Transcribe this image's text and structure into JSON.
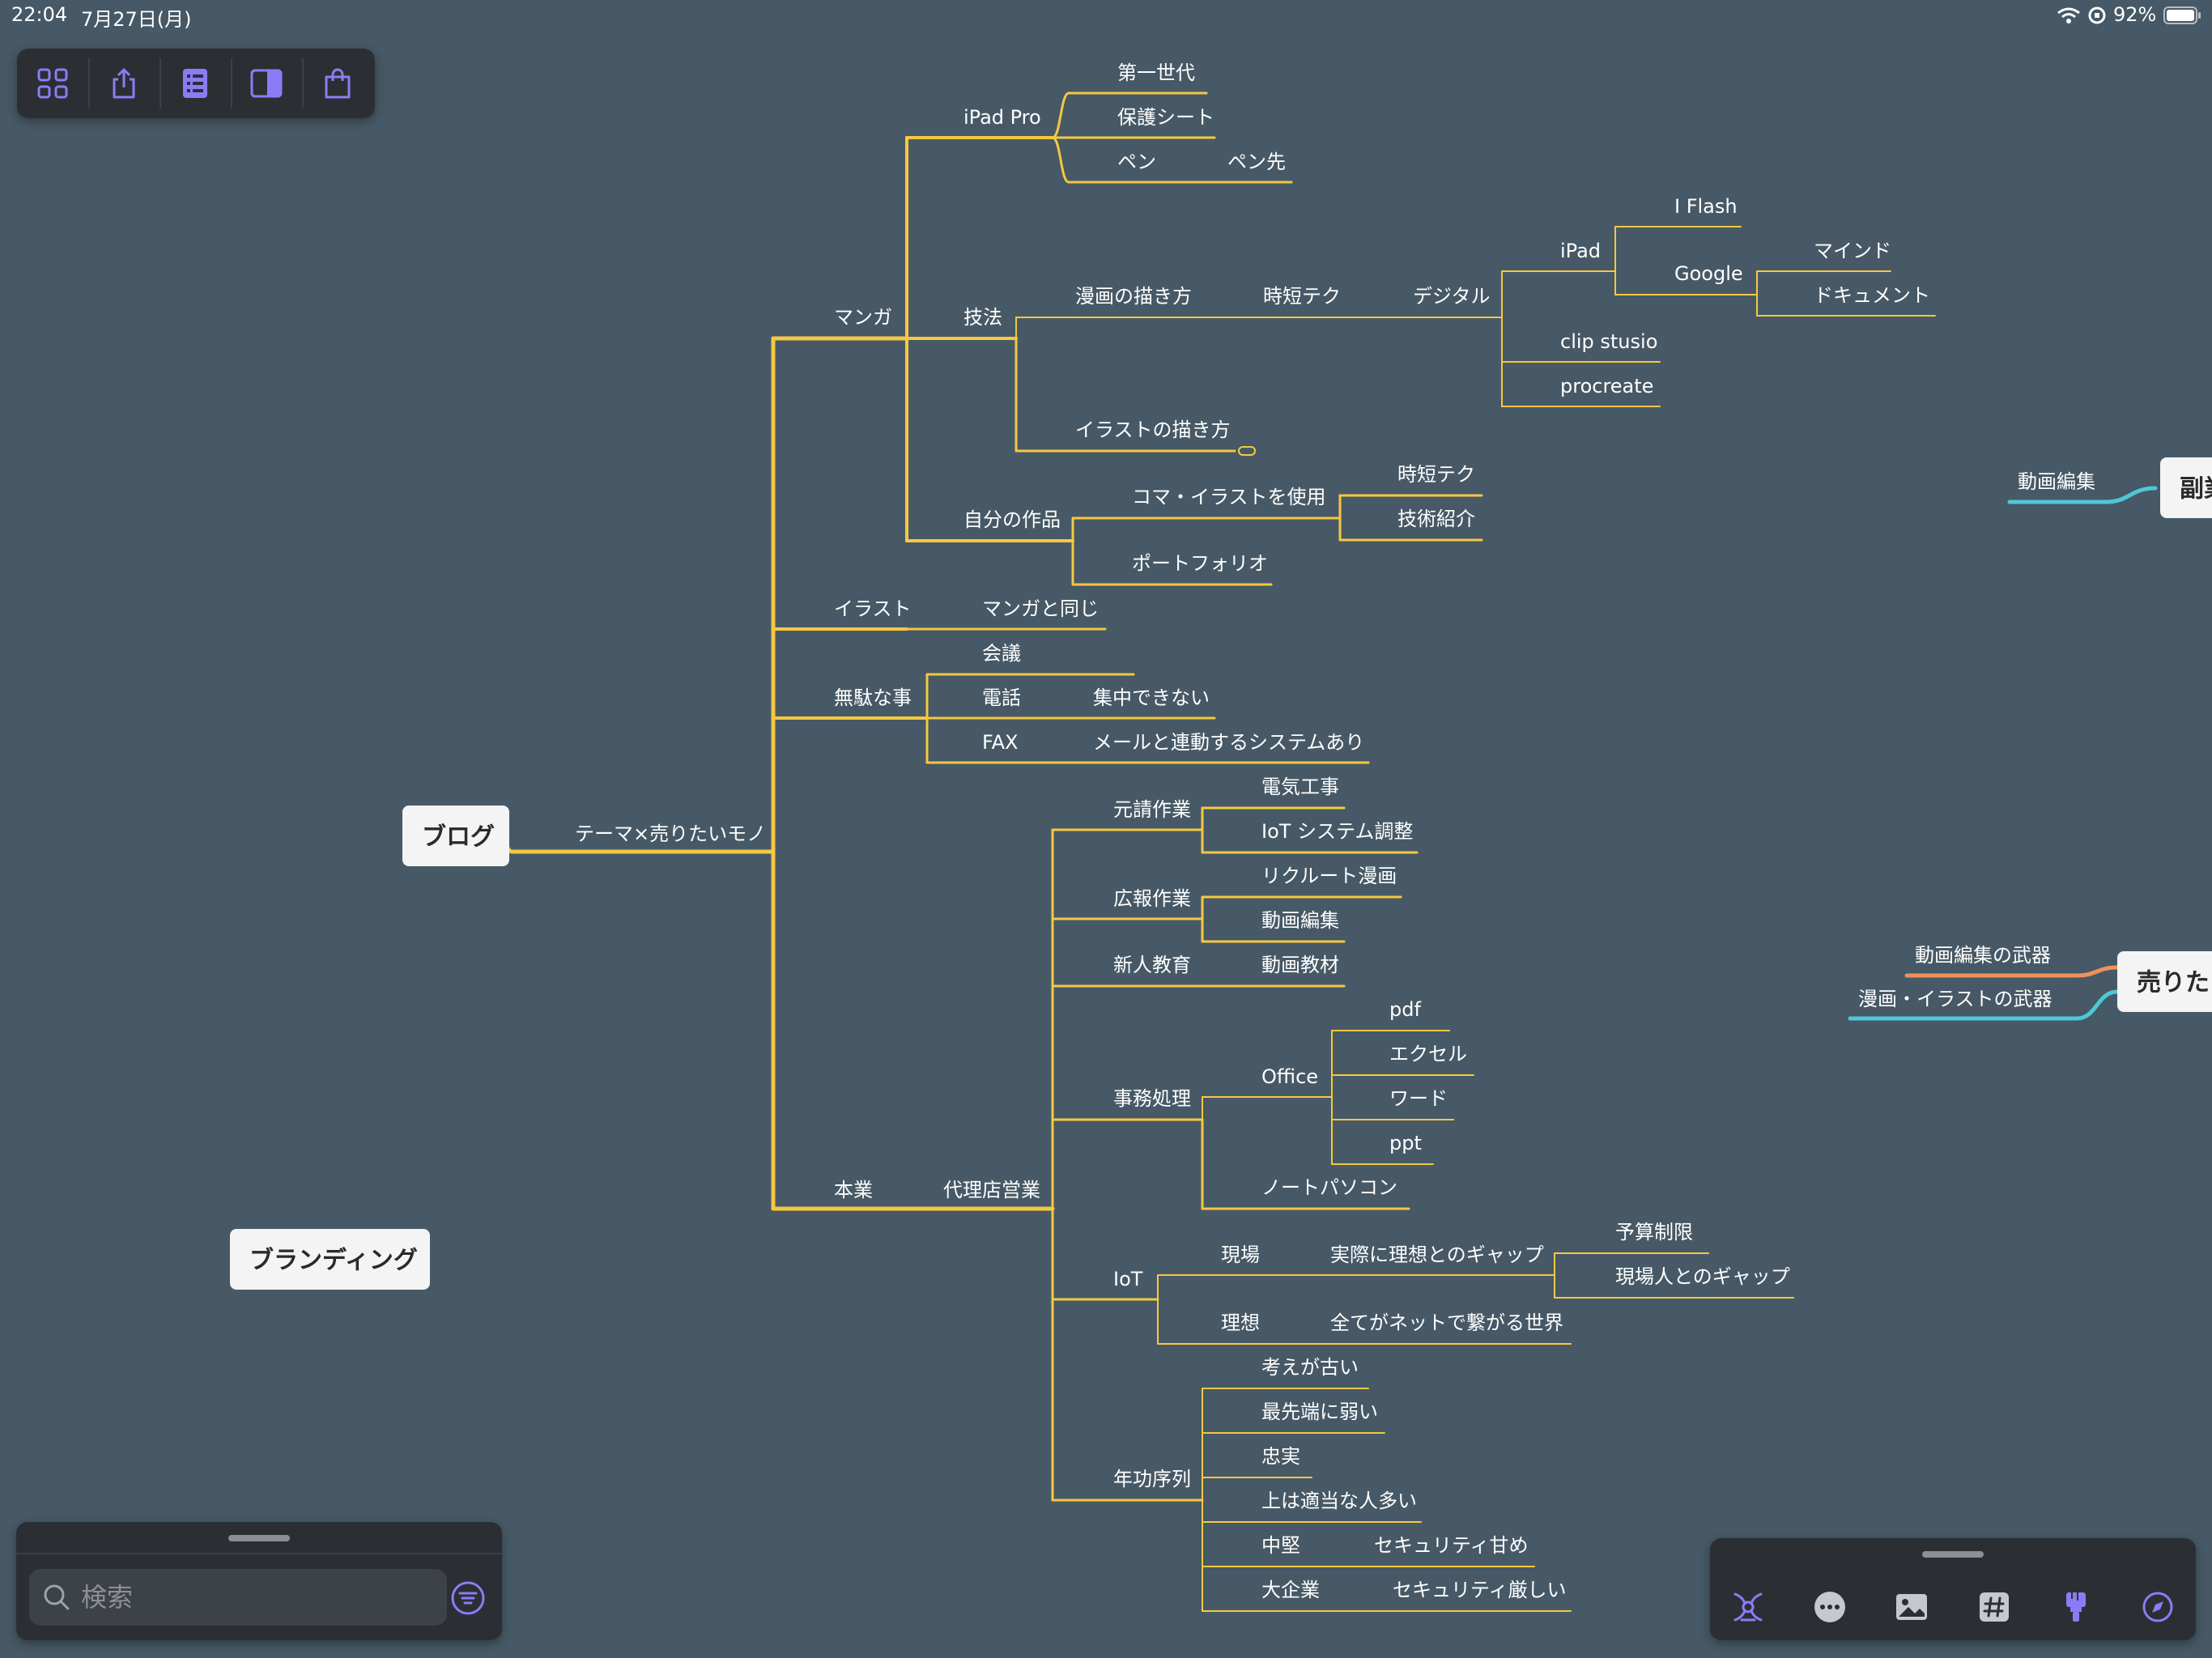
{
  "status": {
    "time": "22:04",
    "date": "7月27日(月)",
    "battery": "92%"
  },
  "icons": {
    "toolbar": [
      "grid-icon",
      "share-icon",
      "outline-list-icon",
      "sidebar-toggle-icon",
      "store-bag-icon"
    ],
    "bottom": [
      "focus-node-icon",
      "more-options-icon",
      "image-icon",
      "tag-icon",
      "style-brush-icon",
      "navigate-icon"
    ]
  },
  "colors": {
    "background": "#475966",
    "branch": "#f5c842",
    "cyan": "#4fc8d6",
    "orange": "#f0915a",
    "accent": "#8b7cf6"
  },
  "search": {
    "placeholder": "検索"
  },
  "mindmap": {
    "roots": {
      "blog": "ブログ",
      "branding": "ブランディング",
      "side": "副業",
      "sell": "売りたいモノ"
    },
    "n": {
      "theme": "テーマ×売りたいモノ",
      "manga": "マンガ",
      "ipadpro": "iPad Pro",
      "gen1": "第一世代",
      "film": "保護シート",
      "pen": "ペン",
      "pentip": "ペン先",
      "gihou": "技法",
      "howmanga": "漫画の描き方",
      "jitan1": "時短テク",
      "digital": "デジタル",
      "ipad": "iPad",
      "iflash": "I Flash",
      "google": "Google",
      "mind": "マインド",
      "doc": "ドキュメント",
      "clip": "clip stusio",
      "procreate": "procreate",
      "howillust": "イラストの描き方",
      "mywork": "自分の作品",
      "koma": "コマ・イラストを使用",
      "jitan2": "時短テク",
      "tech": "技術紹介",
      "portfolio": "ポートフォリオ",
      "illust": "イラスト",
      "samemanga": "マンガと同じ",
      "muda": "無駄な事",
      "kaigi": "会議",
      "denwa": "電話",
      "shuchu": "集中できない",
      "fax": "FAX",
      "mailsys": "メールと連動するシステムあり",
      "honsyo": "本業",
      "dairiten": "代理店営業",
      "moto": "元請作業",
      "denki": "電気工事",
      "iotsys": "IoT システム調整",
      "kouho": "広報作業",
      "recruit": "リクルート漫画",
      "douga1": "動画編集",
      "shinjin": "新人教育",
      "kyouzai": "動画教材",
      "jimu": "事務処理",
      "office": "Office",
      "pdf": "pdf",
      "excel": "エクセル",
      "word": "ワード",
      "ppt": "ppt",
      "notepc": "ノートパソコン",
      "iot": "IoT",
      "genba": "現場",
      "gap": "実際に理想とのギャップ",
      "yosan": "予算制限",
      "genbagap": "現場人とのギャップ",
      "risou": "理想",
      "subete": "全てがネットで繋がる世界",
      "nenkou": "年功序列",
      "furui": "考えが古い",
      "saisentan": "最先端に弱い",
      "chujitsu": "忠実",
      "ue": "上は適当な人多い",
      "chuken": "中堅",
      "secamai": "セキュリティ甘め",
      "daikigyo": "大企業",
      "seckibishi": "セキュリティ厳しい",
      "douga2": "動画編集",
      "dougabuki": "動画編集の武器",
      "mangabuki": "漫画・イラストの武器"
    }
  }
}
